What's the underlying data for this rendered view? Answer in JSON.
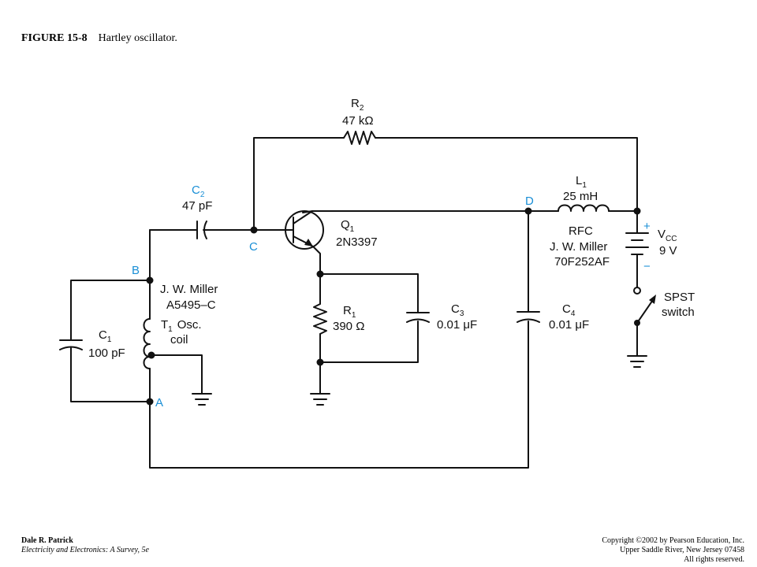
{
  "figure": {
    "number": "FIGURE 15-8",
    "title": "Hartley oscillator."
  },
  "nodes": {
    "a": "A",
    "b": "B",
    "c": "C",
    "d": "D"
  },
  "components": {
    "r2": {
      "name": "R",
      "sub": "2",
      "value": "47 kΩ"
    },
    "c2": {
      "name": "C",
      "sub": "2",
      "value": "47 pF"
    },
    "q1": {
      "name": "Q",
      "sub": "1",
      "part": "2N3397"
    },
    "l1": {
      "name": "L",
      "sub": "1",
      "value": "25 mH",
      "type": "RFC",
      "maker": "J. W. Miller",
      "part": "70F252AF"
    },
    "vcc": {
      "name": "V",
      "sub": "CC",
      "value": "9 V",
      "plus": "+",
      "minus": "−"
    },
    "switch": {
      "line1": "SPST",
      "line2": "switch"
    },
    "t1": {
      "maker": "J. W. Miller",
      "part": "A5495–C",
      "name": "T",
      "sub": "1",
      "desc1": "Osc.",
      "desc2": "coil"
    },
    "c1": {
      "name": "C",
      "sub": "1",
      "value": "100 pF"
    },
    "r1": {
      "name": "R",
      "sub": "1",
      "value": "390 Ω"
    },
    "c3": {
      "name": "C",
      "sub": "3",
      "value": "0.01 μF"
    },
    "c4": {
      "name": "C",
      "sub": "4",
      "value": "0.01 μF"
    }
  },
  "colors": {
    "node_label": "#1a8fd6",
    "wire": "#111111"
  },
  "footer": {
    "author": "Dale R. Patrick",
    "book": "Electricity and Electronics:  A Survey, 5e",
    "copyright": "Copyright ©2002 by Pearson Education, Inc.",
    "address": "Upper Saddle River, New Jersey 07458",
    "rights": "All rights reserved."
  }
}
